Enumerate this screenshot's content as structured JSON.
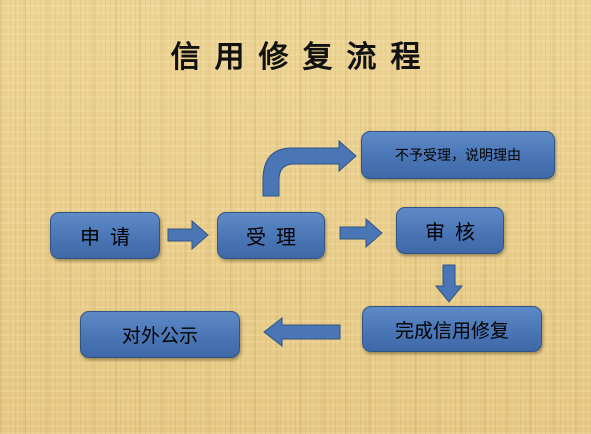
{
  "title": "信用修复流程",
  "steps": {
    "apply": "申请",
    "accept": "受理",
    "review": "审核",
    "reject": "不予受理，说明理由",
    "repair": "完成信用修复",
    "publicize": "对外公示"
  },
  "colors": {
    "box_fill": "#4a76b6",
    "box_border": "#2f5587",
    "arrow_fill": "#4a76b6",
    "background": "#e9cf8e",
    "text": "#000000"
  }
}
